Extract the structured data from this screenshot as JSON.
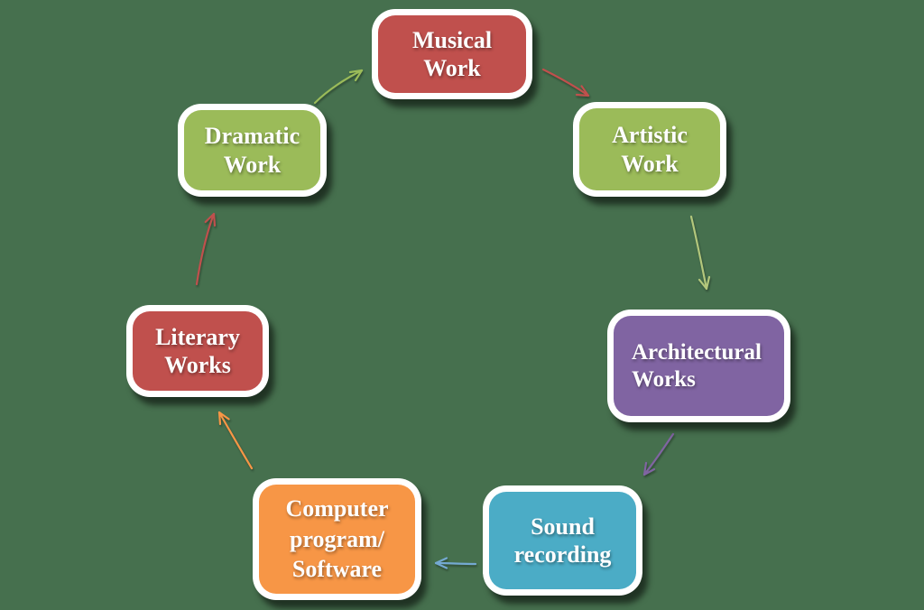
{
  "background_color": "#46704E",
  "diagram": {
    "type": "cycle-diagram",
    "description": "Cycle of work types connected by arrows",
    "nodes": [
      {
        "id": "musical",
        "label": "Musical\nWork",
        "color": "#C0504D",
        "text_color": "#FFFFFF"
      },
      {
        "id": "artistic",
        "label": "Artistic\nWork",
        "color": "#9BBB59",
        "text_color": "#FFFFFF"
      },
      {
        "id": "architectural",
        "label": "Architectural\nWorks",
        "color": "#8064A2",
        "text_color": "#FFFFFF"
      },
      {
        "id": "sound",
        "label": "Sound\nrecording",
        "color": "#4BACC6",
        "text_color": "#FFFFFF"
      },
      {
        "id": "computer",
        "label": "Computer\nprogram/\nSoftware",
        "color": "#F79646",
        "text_color": "#FFFFFF"
      },
      {
        "id": "literary",
        "label": "Literary\nWorks",
        "color": "#C0504D",
        "text_color": "#FFFFFF"
      },
      {
        "id": "dramatic",
        "label": "Dramatic\nWork",
        "color": "#9BBB59",
        "text_color": "#FFFFFF"
      }
    ],
    "edges": [
      {
        "from": "dramatic",
        "to": "musical",
        "color": "#9BBB59"
      },
      {
        "from": "musical",
        "to": "artistic",
        "color": "#C0504D"
      },
      {
        "from": "artistic",
        "to": "architectural",
        "color": "#B3C77C"
      },
      {
        "from": "architectural",
        "to": "sound",
        "color": "#8064A2"
      },
      {
        "from": "sound",
        "to": "computer",
        "color": "#74A9D1"
      },
      {
        "from": "computer",
        "to": "literary",
        "color": "#F79646"
      },
      {
        "from": "literary",
        "to": "dramatic",
        "color": "#C0504D"
      }
    ]
  }
}
